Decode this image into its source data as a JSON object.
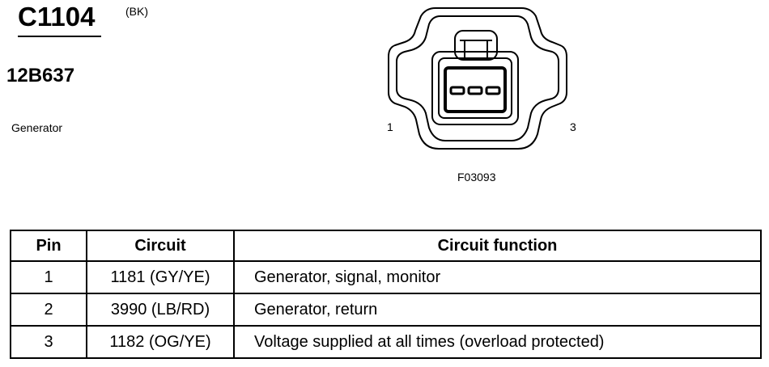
{
  "connector": {
    "id": "C1104",
    "color_code": "(BK)",
    "part_number": "12B637",
    "component": "Generator",
    "figure_code": "F03093",
    "pin_labels": {
      "left": "1",
      "right": "3"
    }
  },
  "table": {
    "headers": {
      "pin": "Pin",
      "circuit": "Circuit",
      "function": "Circuit function"
    },
    "rows": [
      {
        "pin": "1",
        "circuit": "1181 (GY/YE)",
        "function": "Generator, signal, monitor"
      },
      {
        "pin": "2",
        "circuit": "3990 (LB/RD)",
        "function": "Generator, return"
      },
      {
        "pin": "3",
        "circuit": "1182 (OG/YE)",
        "function": "Voltage supplied at all times (overload protected)"
      }
    ]
  }
}
